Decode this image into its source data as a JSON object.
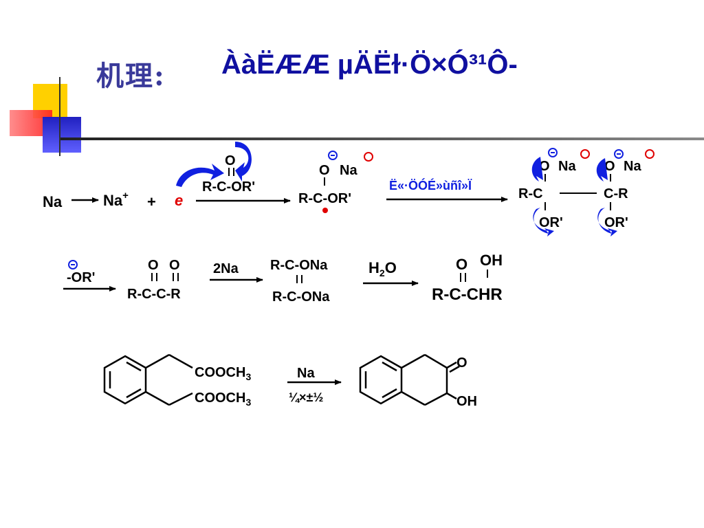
{
  "slide": {
    "title_label": "机理:",
    "title_garbled": "ÀàËÆÆ µÄËɫ·Ö×Ó³¹Ô-"
  },
  "colors": {
    "title": "#3a3a9a",
    "arrow_blue": "#1020e0",
    "electron_red": "#e00000",
    "black": "#000000",
    "deco_yellow": "#ffd000",
    "deco_red": "#ff4040",
    "deco_blue": "#3030d0"
  },
  "scheme": {
    "row1": {
      "na": "Na",
      "na_plus": "Na",
      "plus_sup": "+",
      "plus": "+",
      "e": "e",
      "ester_o": "O",
      "ester": "R-C-OR'",
      "anion_o": "O",
      "anion_na": "Na",
      "anion_body": "R-C-OR'",
      "arrow_label": "Ë«·ÖÓÉ»ùñî»Ï",
      "dimer_o_left": "O",
      "dimer_na_left": "Na",
      "dimer_o_right": "O",
      "dimer_na_right": "Na",
      "dimer_rc": "R-C",
      "dimer_cr": "C-R",
      "dimer_or_left": "OR'",
      "dimer_or_right": "OR'"
    },
    "row2": {
      "alkoxide": "-OR'",
      "diketone_o1": "O",
      "diketone_o2": "O",
      "diketone": "R-C-C-R",
      "reagent_2na": "2Na",
      "enediolate_top": "R-C-ONa",
      "enediolate_bottom": "R-C-ONa",
      "water_h": "H",
      "water_sub": "2",
      "water_o": "O",
      "product_o": "O",
      "product_oh": "OH",
      "product": "R-C-CHR"
    },
    "row3": {
      "sub1_a": "COOCH",
      "sub1_b": "3",
      "sub2_a": "COOCH",
      "sub2_b": "3",
      "reagent_na": "Na",
      "reagent_solvent": "¼×±½",
      "product_o": "O",
      "product_oh": "OH"
    }
  }
}
